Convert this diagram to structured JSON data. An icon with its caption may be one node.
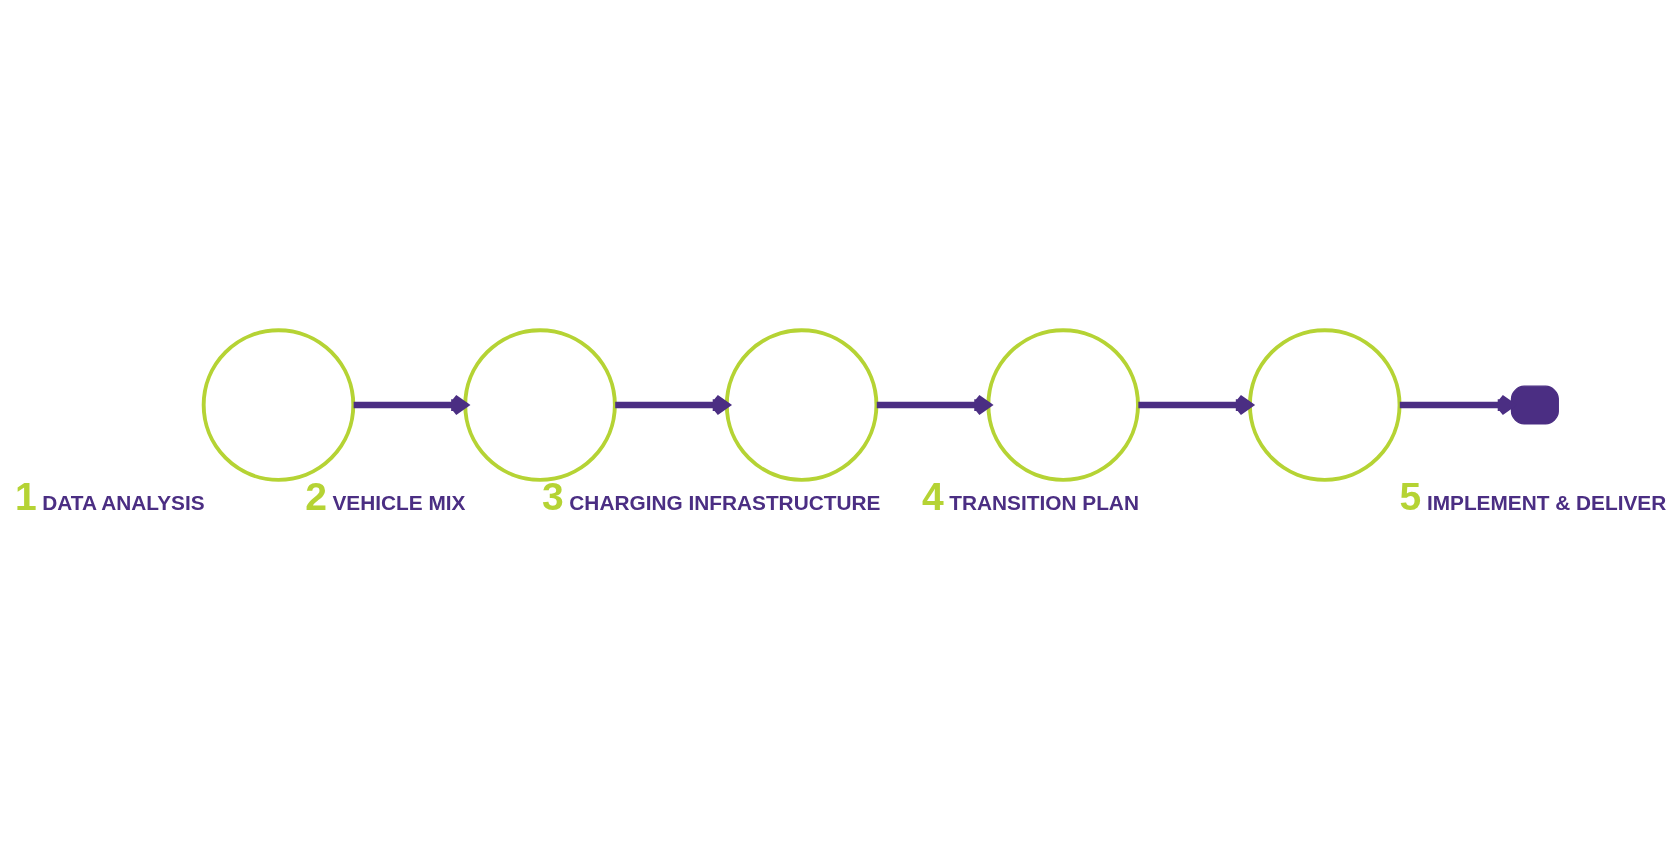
{
  "diagram": {
    "nodes": [
      {
        "text": [],
        "shape": "circle",
        "beside": [
          "1",
          "DATA ANALYSIS"
        ]
      },
      {
        "text": [],
        "shape": "circle",
        "beside": [
          "2",
          "VEHICLE MIX"
        ]
      },
      {
        "text": [],
        "shape": "circle",
        "beside": [
          "3",
          "CHARGING INFRASTRUCTURE"
        ]
      },
      {
        "text": [],
        "shape": "circle",
        "beside": [
          "4",
          "TRANSITION PLAN"
        ]
      },
      {
        "text": [],
        "shape": "circle",
        "beside": [
          "5",
          "IMPLEMENT & DELIVER"
        ]
      },
      {
        "text": [],
        "shape": "plug"
      }
    ],
    "edges": [
      {
        "from": 0,
        "to": 1,
        "arrow": "to"
      },
      {
        "from": 1,
        "to": 2,
        "arrow": "to"
      },
      {
        "from": 2,
        "to": 3,
        "arrow": "to"
      },
      {
        "from": 3,
        "to": 4,
        "arrow": "to"
      },
      {
        "from": 4,
        "to": 5,
        "arrow": "to"
      }
    ]
  }
}
